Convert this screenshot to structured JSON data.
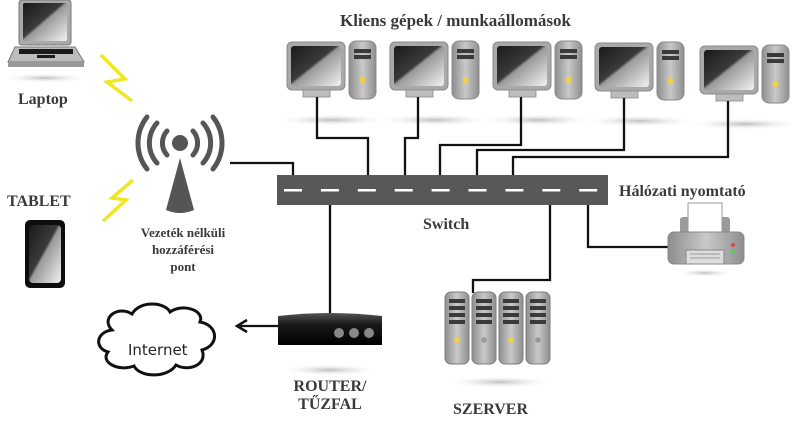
{
  "title": "Kliens gépek / munkaállomások",
  "labels": {
    "laptop": "Laptop",
    "tablet": "TABLET",
    "access_point": [
      "Vezeték nélküli",
      "hozzáférési",
      "pont"
    ],
    "switch": "Switch",
    "printer": "Hálózati nyomtató",
    "internet": "Internet",
    "router": [
      "ROUTER/",
      "TŰZFAL"
    ],
    "server": "SZERVER"
  },
  "nodes": [
    {
      "id": "laptop",
      "icon": "laptop-icon",
      "connection": "wireless"
    },
    {
      "id": "tablet",
      "icon": "tablet-icon",
      "connection": "wireless"
    },
    {
      "id": "access-point",
      "icon": "wireless-antenna-icon",
      "connection": "wired-switch"
    },
    {
      "id": "workstation-1",
      "icon": "desktop-computer-icon",
      "connection": "wired-switch"
    },
    {
      "id": "workstation-2",
      "icon": "desktop-computer-icon",
      "connection": "wired-switch"
    },
    {
      "id": "workstation-3",
      "icon": "desktop-computer-icon",
      "connection": "wired-switch"
    },
    {
      "id": "workstation-4",
      "icon": "desktop-computer-icon",
      "connection": "wired-switch"
    },
    {
      "id": "workstation-5",
      "icon": "desktop-computer-icon",
      "connection": "wired-switch"
    },
    {
      "id": "router",
      "icon": "router-icon",
      "connection": "wired-switch"
    },
    {
      "id": "server",
      "icon": "server-rack-icon",
      "connection": "wired-switch"
    },
    {
      "id": "printer",
      "icon": "printer-icon",
      "connection": "wired-switch"
    },
    {
      "id": "internet",
      "icon": "cloud-icon",
      "connection": "router"
    }
  ],
  "switch_ports": 9,
  "colors": {
    "switch": "#58585a",
    "wire": "#111111",
    "wireless_bolt": "#f0e622",
    "label_text": "#3a3a3a",
    "device_gray": "#a8a8a8",
    "led": "#f2d23c"
  }
}
